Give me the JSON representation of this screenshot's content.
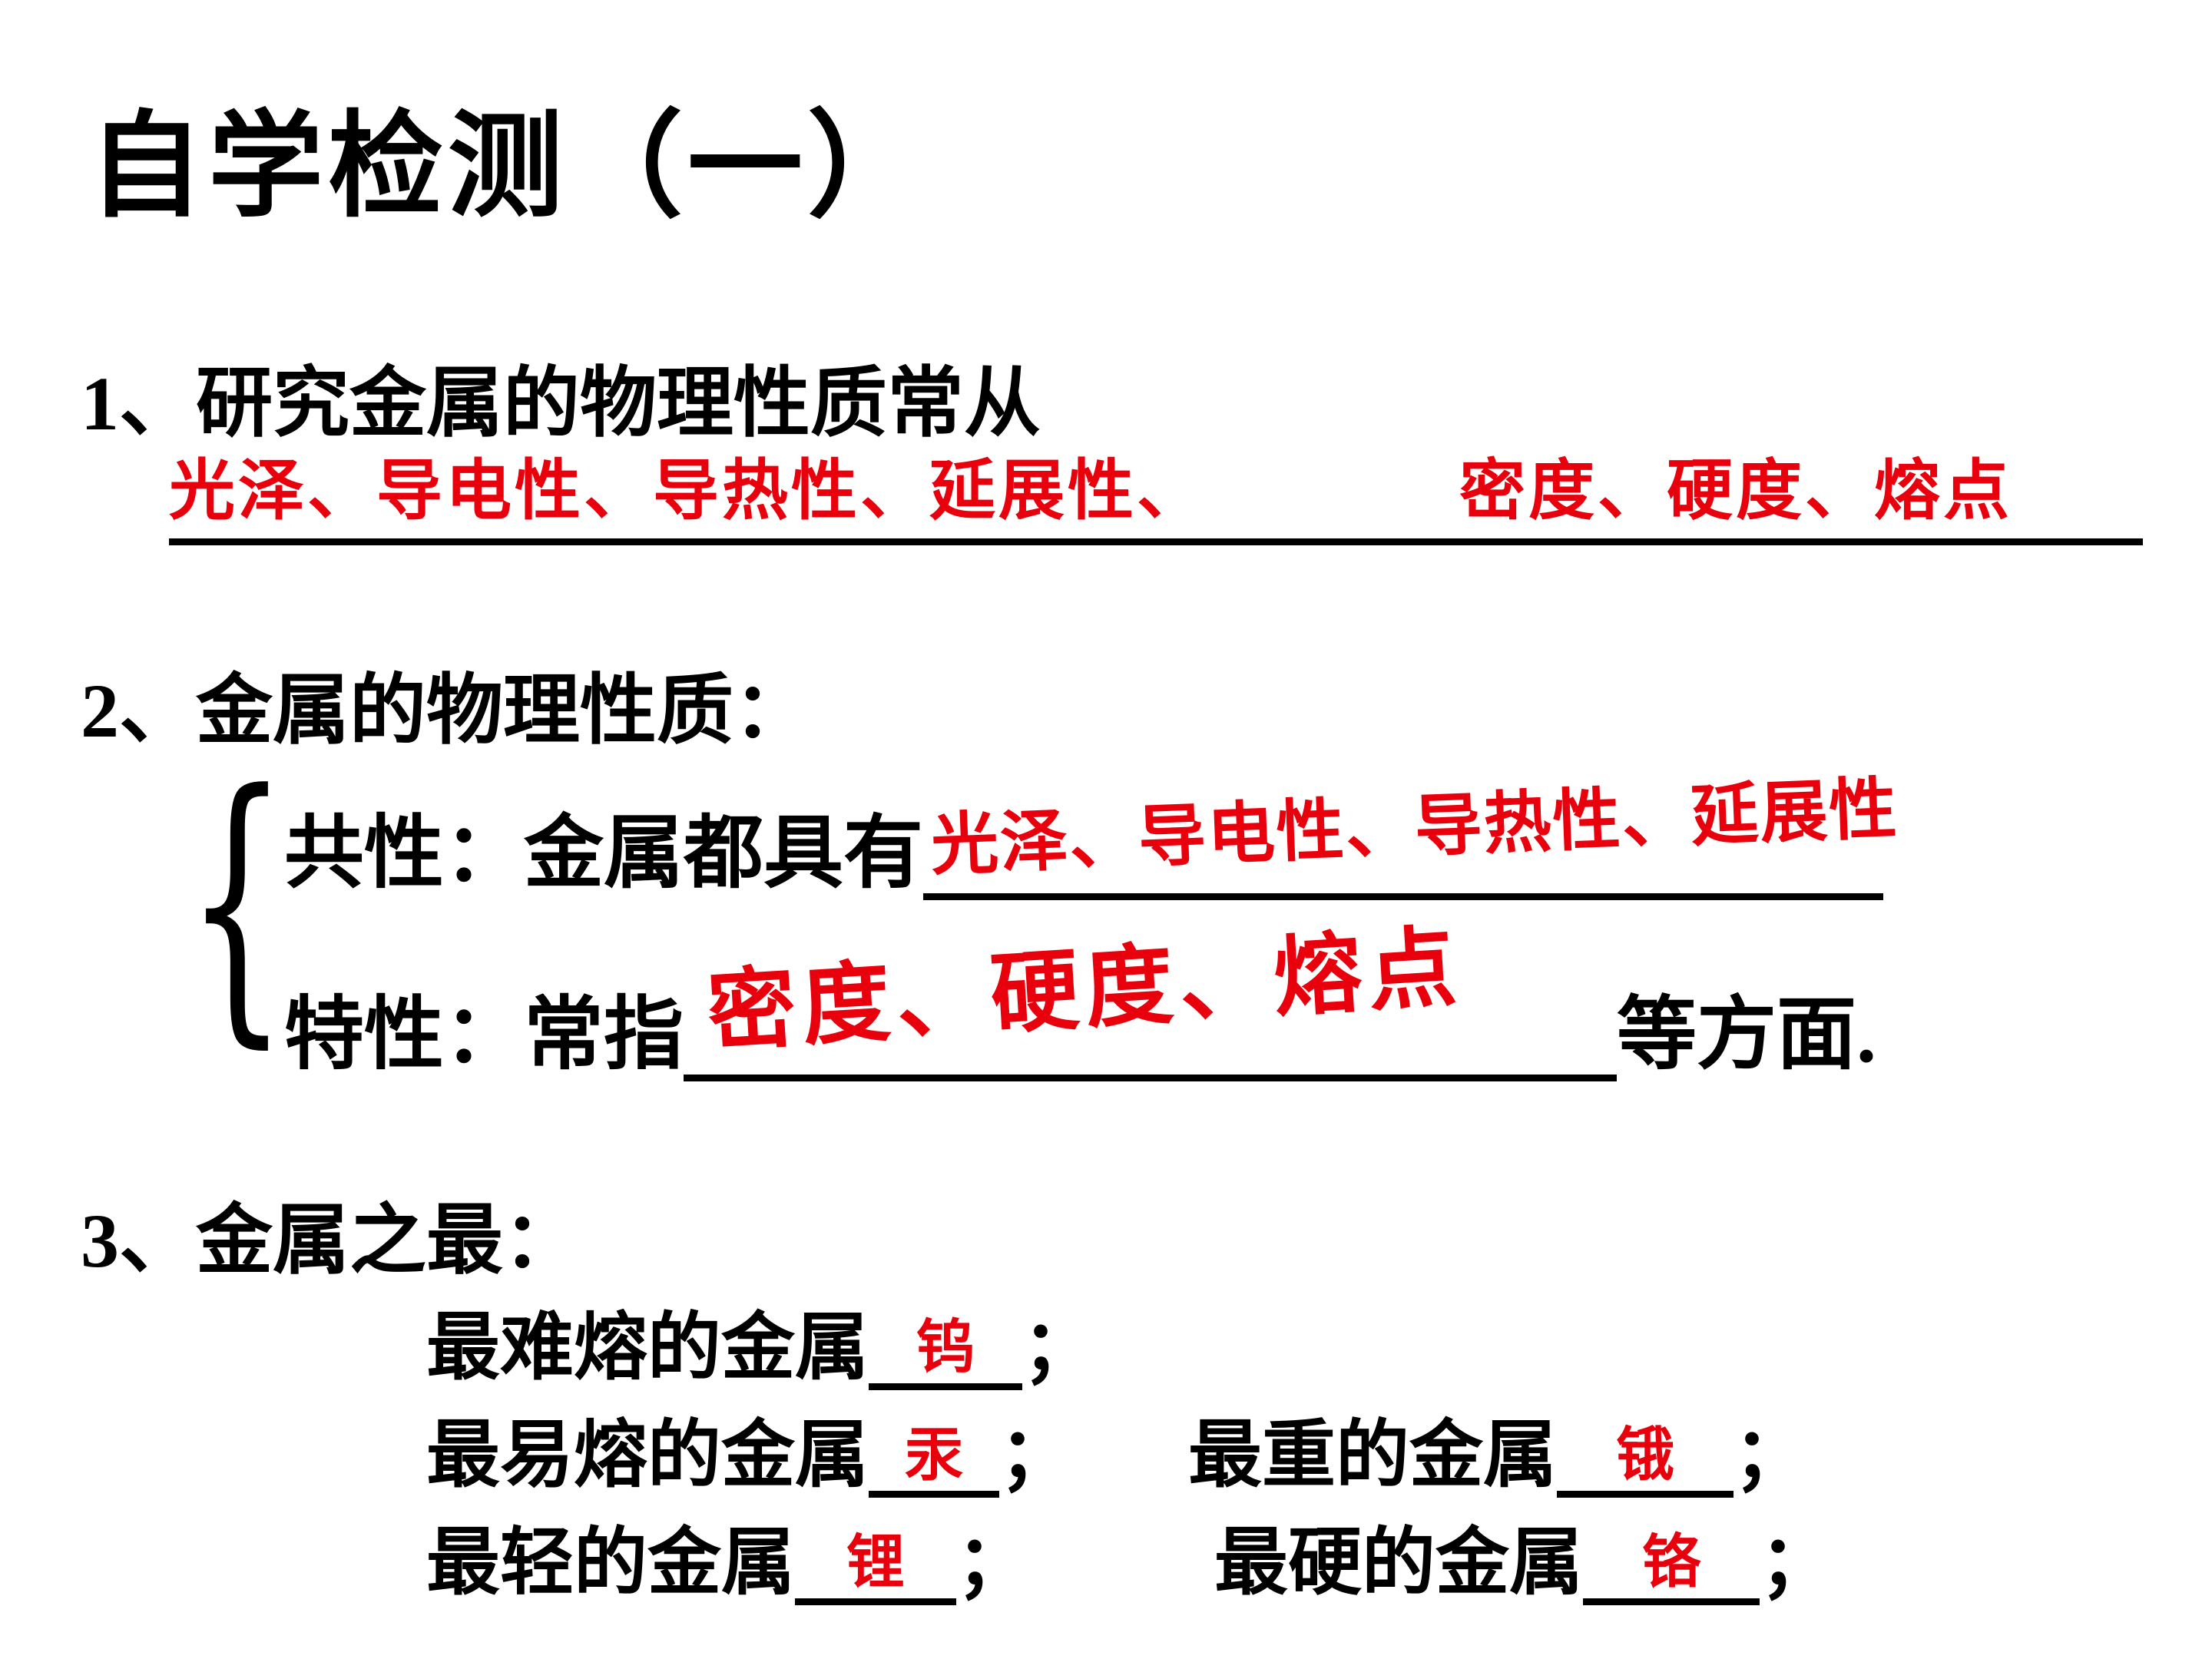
{
  "slide": {
    "colors": {
      "answer_red": "#e8000d",
      "text_black": "#000000",
      "background": "#ffffff"
    },
    "title": "自学检测（一）",
    "q1": {
      "number": "1、",
      "text": "研究金属的物理性质常从",
      "answer_left": "光泽、导电性、导热性、延展性、",
      "answer_right": "密度、硬度、熔点"
    },
    "q2": {
      "number": "2、",
      "text": "金属的物理性质：",
      "brace": "{",
      "common": {
        "prefix": "共性：金属都具有",
        "answer": "光泽、导电性、导热性、延展性"
      },
      "special": {
        "prefix": "特性：常指",
        "answer": "密度、硬度、熔点",
        "suffix": "等方面."
      }
    },
    "q3": {
      "number": "3、",
      "text": "金属之最：",
      "items": [
        {
          "prefix": "最难熔的金属",
          "answer": "钨",
          "punct": "；"
        },
        {
          "prefix": "最易熔的金属",
          "answer": "汞",
          "punct": "；"
        },
        {
          "prefix": "最重的金属",
          "answer": "锇",
          "punct": "；"
        },
        {
          "prefix": "最轻的金属",
          "answer": "锂",
          "punct": "；"
        },
        {
          "prefix": "最硬的金属",
          "answer": "铬",
          "punct": "；"
        }
      ]
    }
  }
}
